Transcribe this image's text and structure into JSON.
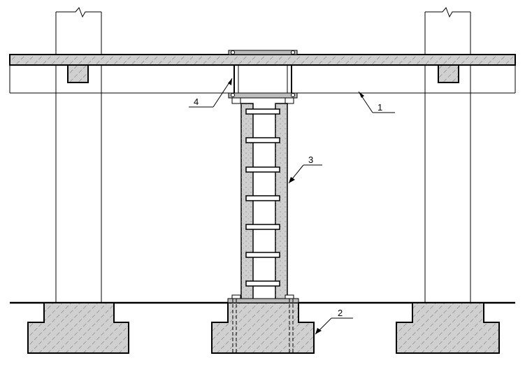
{
  "callouts": {
    "beam": "1",
    "foundation": "2",
    "steel_column": "3",
    "connection": "4"
  },
  "colors": {
    "concrete_fill": "#d0d0d0",
    "line": "#000000",
    "steel_fill": "#cfcfcf",
    "background": "#ffffff"
  }
}
